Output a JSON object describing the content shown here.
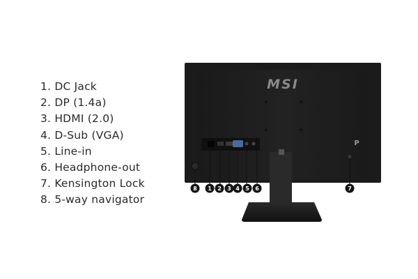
{
  "ports": [
    {
      "number": "1.",
      "label": "DC Jack",
      "text": "1.  DC Jack"
    },
    {
      "number": "2.",
      "label": "DP (1.4a)",
      "text": "2. DP (1.4a)"
    },
    {
      "number": "3.",
      "label": "HDMI (2.0)",
      "text": "3. HDMI (2.0)"
    },
    {
      "number": "4.",
      "label": "D-Sub (VGA)",
      "text": "4. D-Sub (VGA)"
    },
    {
      "number": "5.",
      "label": "Line-in",
      "text": "5. Line-in"
    },
    {
      "number": "6.",
      "label": "Headphone-out",
      "text": "6. Headphone-out"
    },
    {
      "number": "7.",
      "label": "Kensington Lock",
      "text": "7. Kensington Lock"
    },
    {
      "number": "8.",
      "label": "5-way navigator",
      "text": "8. 5-way navigator"
    }
  ],
  "monitor": {
    "brand_logo": "MSI",
    "corner_logo": "P",
    "badges": [
      "1",
      "2",
      "3",
      "4",
      "5",
      "6",
      "7",
      "8"
    ]
  },
  "colors": {
    "text": "#2a2a2a",
    "monitor_body": "#1b1b1b",
    "monitor_inner": "#262626",
    "badge": "#141414",
    "background": "#ffffff"
  }
}
